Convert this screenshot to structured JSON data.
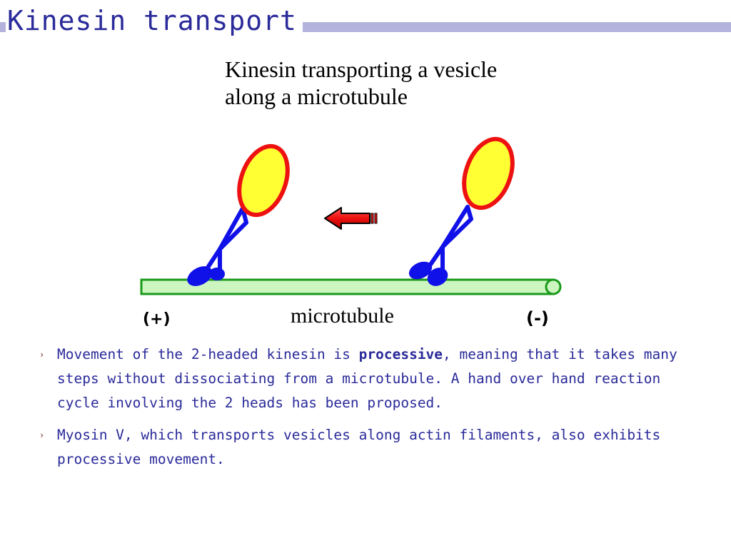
{
  "slide": {
    "title": "Kinesin transport"
  },
  "diagram": {
    "caption_line1": "Kinesin transporting a vesicle",
    "caption_line2": "along a microtubule",
    "label_plus": "(+)",
    "label_minus": "(-)",
    "label_microtubule": "microtubule",
    "colors": {
      "microtubule_fill": "#ccf5bf",
      "microtubule_stroke": "#1a9a1a",
      "kinesin": "#1010e8",
      "vesicle_fill": "#ffff33",
      "vesicle_stroke": "#ee1111",
      "arrow_fill": "#ee1111"
    }
  },
  "bullets": [
    {
      "marker_icon": "triangle-right-icon",
      "text_before": "Movement of the 2-headed kinesin is ",
      "text_bold": "processive",
      "text_after": ", meaning that it takes many steps without dissociating from a microtubule. A hand over hand reaction cycle involving the 2 heads has been proposed."
    },
    {
      "marker_icon": "triangle-right-icon",
      "text": "Myosin V, which transports vesicles along actin filaments, also exhibits processive movement."
    }
  ]
}
